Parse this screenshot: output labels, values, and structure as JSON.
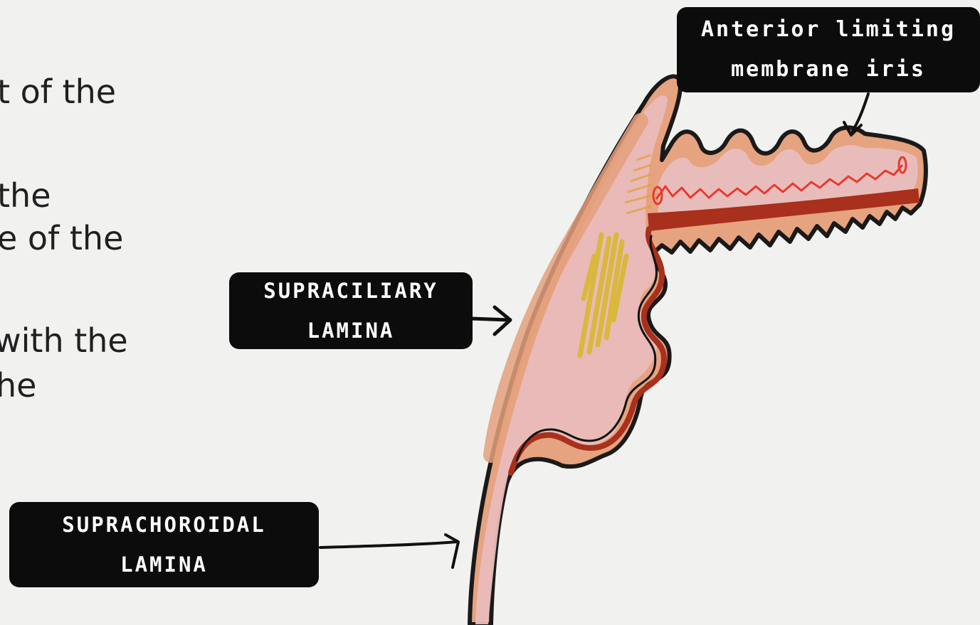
{
  "body_text": {
    "line1": "t of the",
    "line2": " the",
    "line3": "e of the",
    "line4": " with the",
    "line5": "he"
  },
  "labels": {
    "anterior_limiting": {
      "line1": "Anterior limiting",
      "line2": "membrane iris"
    },
    "supraciliary": {
      "line1": "SUPRACILIARY",
      "line2": "LAMINA"
    },
    "suprachoroidal": {
      "line1": "SUPRACHOROIDAL",
      "line2": "LAMINA"
    }
  },
  "colors": {
    "background": "#f1f1f0",
    "label_background": "#0c0c0c",
    "label_text": "#ffffff",
    "tissue_pink": "#e8b9b9",
    "tissue_salmon": "#e6a37f",
    "muscle_yellow": "#d8b830",
    "vessel_red": "#e83a2c",
    "pigment_dark_red": "#a8301c",
    "outline": "#111111"
  }
}
